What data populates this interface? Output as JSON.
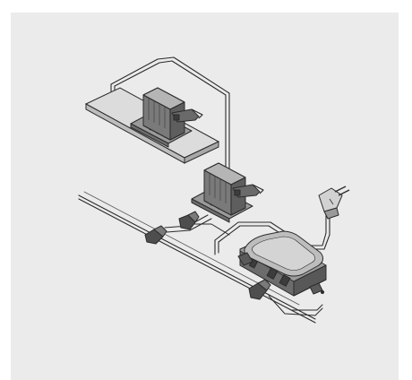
{
  "figure": {
    "background_color": "#ffffff",
    "panel_color": "#ebebeb",
    "line_color": "#2b2b2b",
    "device_dark": "#5a5a5a",
    "device_mid": "#7d7d7d",
    "device_light": "#b3b3b3",
    "shelf_color": "#d8d8d8",
    "components": [
      "top-latch-unit",
      "middle-latch-unit",
      "control-box",
      "power-plug",
      "cable-clip-left",
      "cable-clip-middle",
      "cable-clip-bottom"
    ]
  }
}
